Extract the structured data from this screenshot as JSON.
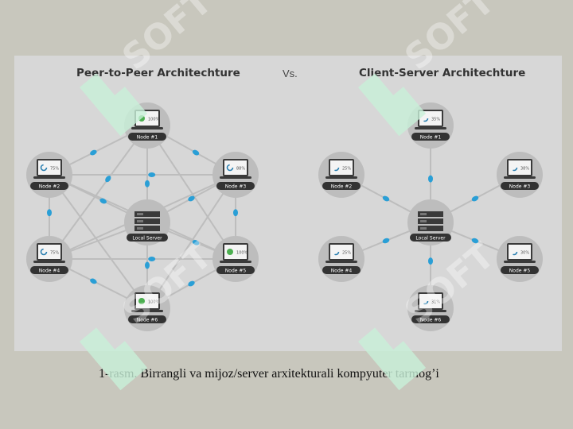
{
  "diagram": {
    "left_title": "Peer-to-Peer Architechture",
    "vs_label": "Vs.",
    "right_title": "Client-Server Architechture",
    "server_label": "Local Server",
    "p2p_nodes": [
      {
        "id": "Node #1",
        "status": "100%",
        "ok": true
      },
      {
        "id": "Node #2",
        "status": "75%",
        "ok": false
      },
      {
        "id": "Node #3",
        "status": "88%",
        "ok": false
      },
      {
        "id": "Node #4",
        "status": "75%",
        "ok": false
      },
      {
        "id": "Node #5",
        "status": "100%",
        "ok": true
      },
      {
        "id": "Node #6",
        "status": "100%",
        "ok": true
      }
    ],
    "cs_nodes": [
      {
        "id": "Node #1",
        "status": "35%"
      },
      {
        "id": "Node #2",
        "status": "25%"
      },
      {
        "id": "Node #3",
        "status": "38%"
      },
      {
        "id": "Node #4",
        "status": "25%"
      },
      {
        "id": "Node #5",
        "status": "30%"
      },
      {
        "id": "Node #6",
        "status": "31%"
      }
    ]
  },
  "caption": "1-rasm. Birrangli va mijoz/server arxitekturali kompyuter tarmog’i",
  "watermark": "SOFT",
  "colors": {
    "packet": "#2a9fd6",
    "ok": "#4caf50",
    "watermark": "#c8f0d8"
  }
}
